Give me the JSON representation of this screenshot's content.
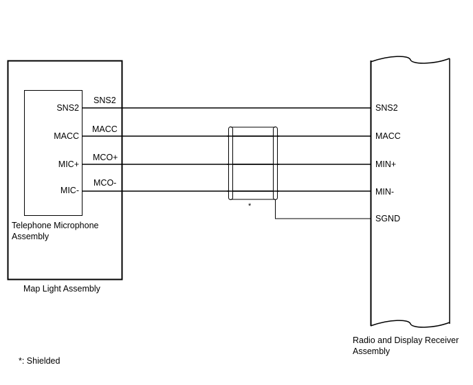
{
  "map_light_assembly": {
    "title": "Map Light Assembly",
    "inner_component": {
      "title_line1": "Telephone Microphone",
      "title_line2": "Assembly",
      "pins": [
        "SNS2",
        "MACC",
        "MIC+",
        "MIC-"
      ]
    }
  },
  "wires": {
    "labels": [
      "SNS2",
      "MACC",
      "MCO+",
      "MCO-"
    ]
  },
  "shield": {
    "marker": "*"
  },
  "radio_display_receiver": {
    "title_line1": "Radio and Display Receiver",
    "title_line2": "Assembly",
    "pins": [
      "SNS2",
      "MACC",
      "MIN+",
      "MIN-",
      "SGND"
    ]
  },
  "footnote": {
    "text": "*: Shielded"
  }
}
